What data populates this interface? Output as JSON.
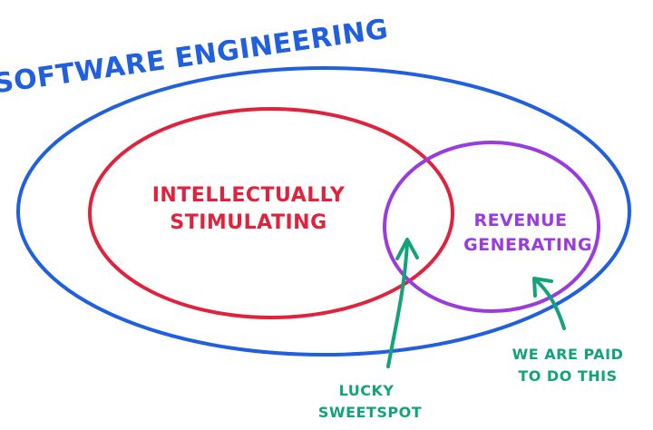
{
  "colors": {
    "outer": "#1f5fe0",
    "intellectual": "#e1223c",
    "revenue": "#9a3be0",
    "annotation": "#12a37a",
    "background": "#ffffff"
  },
  "title": "SOFTWARE ENGINEERING",
  "sets": {
    "outer": {
      "label": "SOFTWARE ENGINEERING"
    },
    "intellectual": {
      "line1": "INTELLECTUALLY",
      "line2": "STIMULATING"
    },
    "revenue": {
      "line1": "REVENUE",
      "line2": "GENERATING"
    }
  },
  "annotations": {
    "sweetspot": {
      "line1": "LUCKY",
      "line2": "SWEETSPOT"
    },
    "paid": {
      "line1": "WE ARE PAID",
      "line2": "TO DO THIS"
    }
  }
}
